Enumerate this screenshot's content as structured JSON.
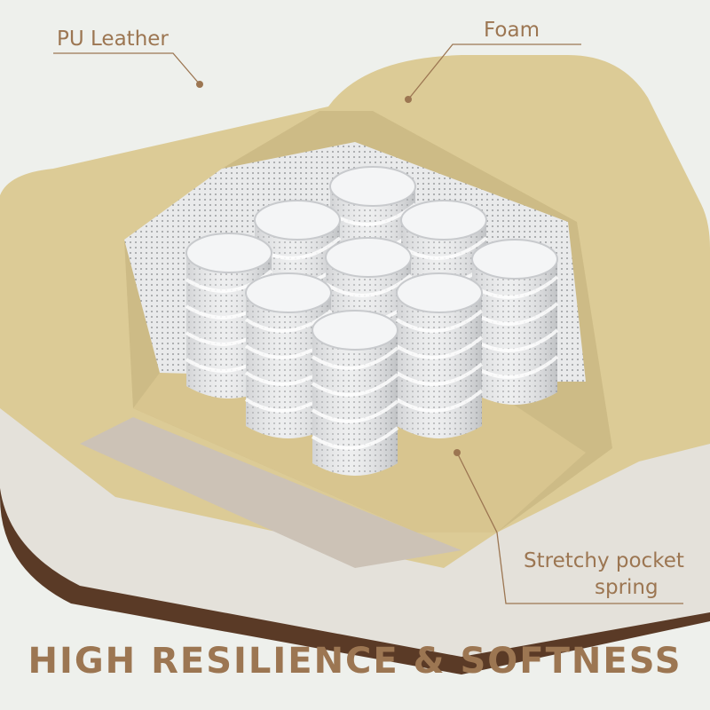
{
  "labels": {
    "leather": "PU Leather",
    "foam": "Foam",
    "spring_line1": "Stretchy pocket",
    "spring_line2": "spring"
  },
  "headline": "HIGH RESILIENCE & SOFTNESS",
  "colors": {
    "accent": "#9c7652",
    "foam": "#dccb96",
    "background": "#eef0ec",
    "leather_edge": "#5a3a26",
    "spring": "#e6e7e8"
  }
}
